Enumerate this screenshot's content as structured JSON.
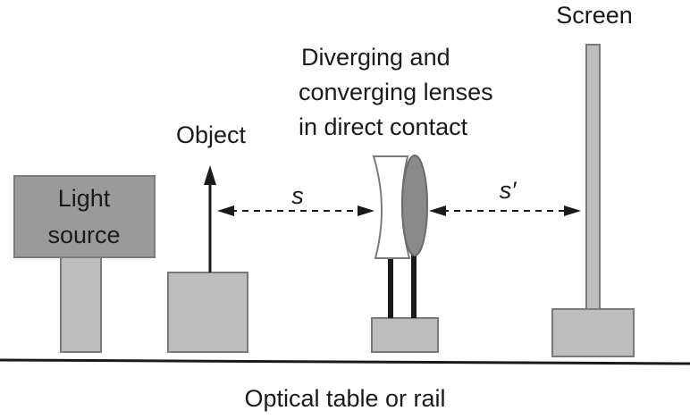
{
  "diagram": {
    "title": "Lens combination experiment setup",
    "labels": {
      "light_source_line1": "Light",
      "light_source_line2": "source",
      "object": "Object",
      "lenses_line1": "Diverging and",
      "lenses_line2": "converging lenses",
      "lenses_line3": "in direct contact",
      "screen": "Screen",
      "object_distance": "s",
      "image_distance": "s′",
      "table": "Optical table or rail"
    },
    "components": [
      {
        "name": "light-source",
        "type": "box"
      },
      {
        "name": "object",
        "type": "arrow-on-stand"
      },
      {
        "name": "diverging-lens",
        "type": "concave-lens"
      },
      {
        "name": "converging-lens",
        "type": "convex-lens"
      },
      {
        "name": "screen",
        "type": "screen-on-stand"
      }
    ],
    "colors": {
      "light_gray": "#bdbdbd",
      "dark_gray": "#9a9a9a",
      "lens_fill": "#8a8a8a",
      "outline": "#7a7a7a",
      "ink": "#1a1a1a"
    }
  }
}
